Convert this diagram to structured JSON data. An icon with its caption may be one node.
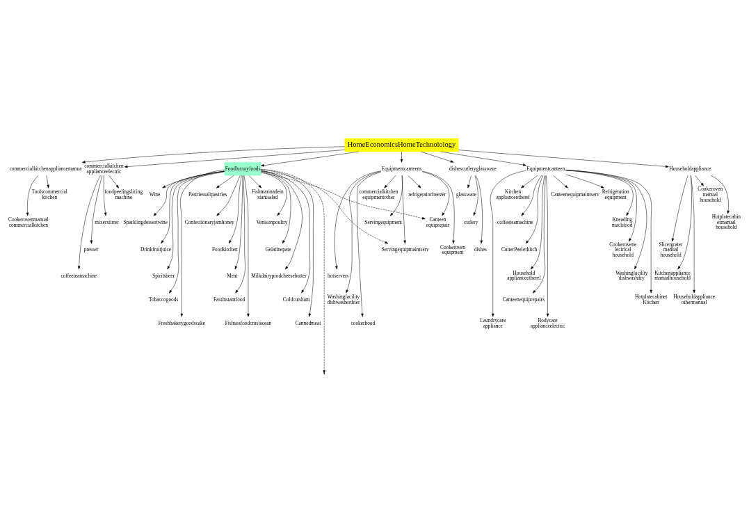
{
  "diagram": {
    "nodes": [
      {
        "text": [
          "HomeEconomicsHomeTechnolology"
        ]
      },
      {
        "text": [
          "commercialkitchenappliancemanua"
        ]
      },
      {
        "text": [
          "Toolscommercial kitchen"
        ]
      },
      {
        "text": [
          "Cookerovenmanual commercialkitchen"
        ]
      },
      {
        "text": [
          "commercialkitchen applianceelectric"
        ]
      },
      {
        "text": [
          "foodpeelingslicing machine"
        ]
      },
      {
        "text": [
          "coffeeteamachine"
        ]
      },
      {
        "text": [
          "presser"
        ]
      },
      {
        "text": [
          "mixerstirrer"
        ]
      },
      {
        "text": [
          "Foodluxuryfoods"
        ]
      },
      {
        "text": [
          "Equipmentcanteens"
        ]
      },
      {
        "text": [
          "dishescutleryglassware"
        ]
      },
      {
        "text": [
          "glassware"
        ]
      },
      {
        "text": [
          "cutlery"
        ]
      },
      {
        "text": [
          "dishes"
        ]
      },
      {
        "text": [
          "Equipmentcanteen"
        ]
      },
      {
        "text": [
          "Householdappliance"
        ]
      },
      {
        "text": [
          "Wine"
        ]
      },
      {
        "text": [
          "Sparklingdessertwine"
        ]
      },
      {
        "text": [
          "Drinkfruitjuice"
        ]
      },
      {
        "text": [
          "Spiritsbeer"
        ]
      },
      {
        "text": [
          "Tobaccogoods"
        ]
      },
      {
        "text": [
          "Freshbakerygoodscake"
        ]
      },
      {
        "text": [
          "Pastriessaltpastries"
        ]
      },
      {
        "text": [
          "Confectionaryjamhoney"
        ]
      },
      {
        "text": [
          "Foodkitchen"
        ]
      },
      {
        "text": [
          "Meat"
        ]
      },
      {
        "text": [
          "Fastinstantfood"
        ]
      },
      {
        "text": [
          "Fishseafoodcrustacean"
        ]
      },
      {
        "text": [
          "Fishmarinadein stantsalad"
        ]
      },
      {
        "text": [
          "Venisonpoultry"
        ]
      },
      {
        "text": [
          "Gelatinepate"
        ]
      },
      {
        "text": [
          "Milkdairyprodcheesebutter"
        ]
      },
      {
        "text": [
          "Coldcutsham"
        ]
      },
      {
        "text": [
          "Cannedmeat"
        ]
      },
      {
        "text": [
          "refrigeratorfreezer"
        ]
      },
      {
        "text": [
          "Canteen equiprepair"
        ]
      },
      {
        "text": [
          "Cookeroven equipment"
        ]
      },
      {
        "text": [
          "hotservers"
        ]
      },
      {
        "text": [
          "Washingfacility dishwasherdrier"
        ]
      },
      {
        "text": [
          "cookerhood"
        ]
      },
      {
        "text": [
          "commercialkitchen equipmentother"
        ]
      },
      {
        "text": [
          "Servingequipment"
        ]
      },
      {
        "text": [
          "Servingequipmaintserv"
        ]
      },
      {
        "text": [
          "Refrigeration equipment"
        ]
      },
      {
        "text": [
          "Kneading machfood"
        ]
      },
      {
        "text": [
          "Cookerovene lectrical household"
        ]
      },
      {
        "text": [
          "Washingfacility dishwashdry"
        ]
      },
      {
        "text": [
          "Hotplatecabinet Kitchen"
        ]
      },
      {
        "text": [
          "Laundrycare appliance"
        ]
      },
      {
        "text": [
          "Kitchen applianceotherel"
        ]
      },
      {
        "text": [
          "coffeeteamachine"
        ]
      },
      {
        "text": [
          "CutterPeelerkitch"
        ]
      },
      {
        "text": [
          "Household applianceotherel"
        ]
      },
      {
        "text": [
          "Canteenequiprepairs"
        ]
      },
      {
        "text": [
          "Bodycare applianceelectric"
        ]
      },
      {
        "text": [
          "Canteenequipmaintserv"
        ]
      },
      {
        "text": [
          "Cookeroven manual household"
        ]
      },
      {
        "text": [
          "Hotplatecabin etmanual household"
        ]
      },
      {
        "text": [
          "Slicergrater manual household"
        ]
      },
      {
        "text": [
          "Kitchenappliance manualhousehold"
        ]
      },
      {
        "text": [
          "Householdappliance othermanual"
        ]
      }
    ],
    "edges": [
      {
        "from": 0,
        "to": 1,
        "arrow": "to"
      },
      {
        "from": 0,
        "to": 11,
        "arrow": "to"
      },
      {
        "from": 0,
        "to": 15,
        "arrow": "to"
      },
      {
        "from": 0,
        "to": 9,
        "arrow": "to"
      },
      {
        "from": 0,
        "to": 10,
        "arrow": "to"
      },
      {
        "from": 0,
        "to": 16,
        "arrow": "to"
      },
      {
        "from": 0,
        "to": 4,
        "arrow": "to"
      },
      {
        "from": 1,
        "to": 2,
        "arrow": "to"
      },
      {
        "from": 1,
        "to": 3,
        "arrow": "to"
      },
      {
        "from": 4,
        "to": 5,
        "arrow": "to"
      },
      {
        "from": 4,
        "to": 8,
        "arrow": "to"
      },
      {
        "from": 4,
        "to": 7,
        "arrow": "to"
      },
      {
        "from": 4,
        "to": 6,
        "arrow": "to"
      },
      {
        "from": 11,
        "to": 12,
        "arrow": "to"
      },
      {
        "from": 11,
        "to": 13,
        "arrow": "to"
      },
      {
        "from": 11,
        "to": 14,
        "arrow": "to"
      },
      {
        "from": 9,
        "to": 17,
        "arrow": "to"
      },
      {
        "from": 9,
        "to": 18,
        "arrow": "to"
      },
      {
        "from": 9,
        "to": 19,
        "arrow": "to"
      },
      {
        "from": 9,
        "to": 20,
        "arrow": "to"
      },
      {
        "from": 9,
        "to": 21,
        "arrow": "to"
      },
      {
        "from": 9,
        "to": 22,
        "arrow": "to"
      },
      {
        "from": 9,
        "to": 23,
        "arrow": "to"
      },
      {
        "from": 9,
        "to": 24,
        "arrow": "to"
      },
      {
        "from": 9,
        "to": 25,
        "arrow": "to"
      },
      {
        "from": 9,
        "to": 26,
        "arrow": "to"
      },
      {
        "from": 9,
        "to": 27,
        "arrow": "to"
      },
      {
        "from": 9,
        "to": 28,
        "arrow": "to"
      },
      {
        "from": 9,
        "to": 29,
        "arrow": "to"
      },
      {
        "from": 9,
        "to": 30,
        "arrow": "to"
      },
      {
        "from": 9,
        "to": 31,
        "arrow": "to"
      },
      {
        "from": 9,
        "to": 32,
        "arrow": "to"
      },
      {
        "from": 9,
        "to": 33,
        "arrow": "to"
      },
      {
        "from": 9,
        "to": 34,
        "arrow": "to"
      },
      {
        "from": 9,
        "to": 36,
        "arrow": "to",
        "style": "dashed"
      },
      {
        "from": 9,
        "to": null,
        "arrow": "to",
        "style": "dashed"
      },
      {
        "from": 9,
        "to": 43,
        "arrow": "to",
        "style": "dashed"
      },
      {
        "from": 10,
        "to": 35,
        "arrow": "to"
      },
      {
        "from": 10,
        "to": 36,
        "arrow": "to"
      },
      {
        "from": 10,
        "to": 37,
        "arrow": "to"
      },
      {
        "from": 10,
        "to": 38,
        "arrow": "to"
      },
      {
        "from": 10,
        "to": 39,
        "arrow": "to"
      },
      {
        "from": 10,
        "to": 40,
        "arrow": "to"
      },
      {
        "from": 10,
        "to": 41,
        "arrow": "to"
      },
      {
        "from": 10,
        "to": 42,
        "arrow": "to"
      },
      {
        "from": 10,
        "to": 43,
        "arrow": "to"
      },
      {
        "from": 15,
        "to": 44,
        "arrow": "to"
      },
      {
        "from": 15,
        "to": 45,
        "arrow": "to"
      },
      {
        "from": 15,
        "to": 46,
        "arrow": "to"
      },
      {
        "from": 15,
        "to": 47,
        "arrow": "to"
      },
      {
        "from": 15,
        "to": 48,
        "arrow": "to"
      },
      {
        "from": 15,
        "to": 49,
        "arrow": "to"
      },
      {
        "from": 15,
        "to": 50,
        "arrow": "to"
      },
      {
        "from": 15,
        "to": 51,
        "arrow": "to"
      },
      {
        "from": 15,
        "to": 52,
        "arrow": "to"
      },
      {
        "from": 15,
        "to": 53,
        "arrow": "to"
      },
      {
        "from": 15,
        "to": 54,
        "arrow": "to"
      },
      {
        "from": 15,
        "to": 55,
        "arrow": "to"
      },
      {
        "from": 15,
        "to": 56,
        "arrow": "to"
      },
      {
        "from": 16,
        "to": 57,
        "arrow": "to"
      },
      {
        "from": 16,
        "to": 58,
        "arrow": "to"
      },
      {
        "from": 16,
        "to": 59,
        "arrow": "to"
      },
      {
        "from": 16,
        "to": 60,
        "arrow": "to"
      },
      {
        "from": 16,
        "to": 61,
        "arrow": "to"
      }
    ]
  }
}
